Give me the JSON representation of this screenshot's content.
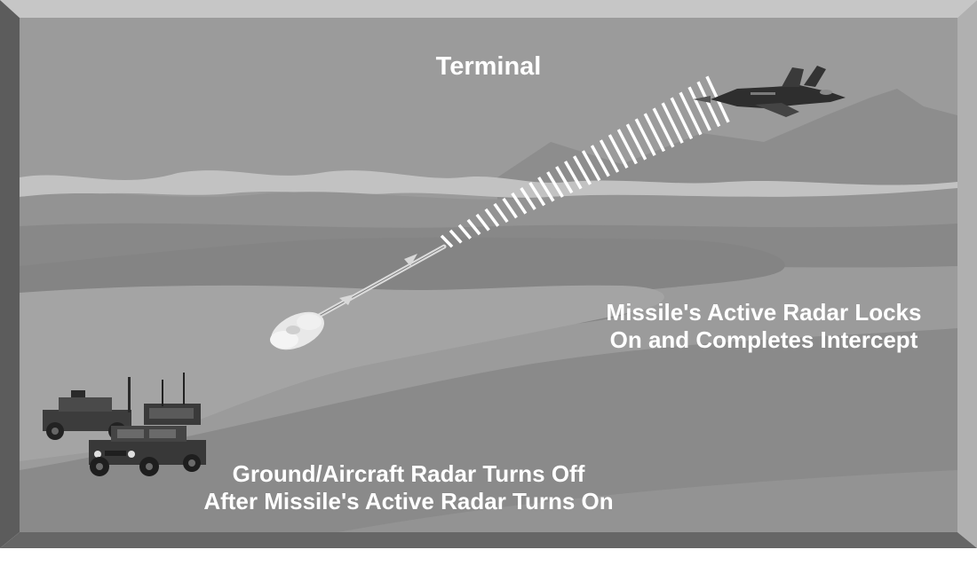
{
  "title": "Terminal",
  "missile_caption": {
    "line1": "Missile's Active Radar Locks",
    "line2": "On and Completes Intercept"
  },
  "ground_caption": {
    "line1": "Ground/Aircraft Radar Turns Off",
    "line2": "After Missile's Active Radar Turns On"
  },
  "colors": {
    "frame_light": "#c4c4c4",
    "frame_dark": "#5f5f5f",
    "sky": "#9b9b9b",
    "ground": "#8a8a8a",
    "text": "#ffffff"
  },
  "icons": {
    "aircraft": "fighter-jet-icon",
    "missile": "missile-icon",
    "vehicles": "radar-humvee-icon"
  }
}
